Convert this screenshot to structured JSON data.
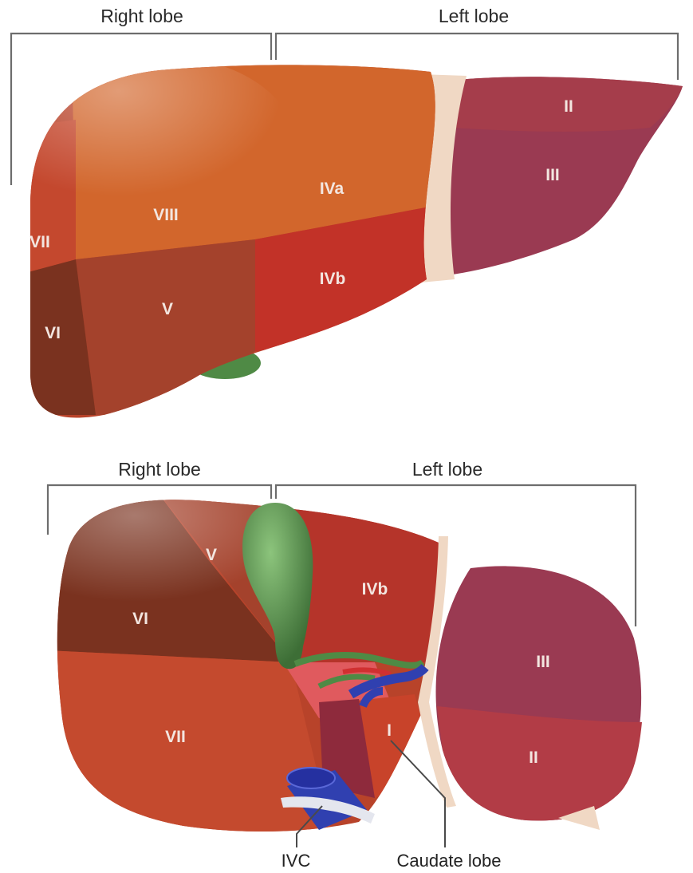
{
  "top_view": {
    "headers": {
      "right_lobe": "Right lobe",
      "left_lobe": "Left lobe"
    },
    "segments": {
      "II": "II",
      "III": "III",
      "IVa": "IVa",
      "IVb": "IVb",
      "V": "V",
      "VI": "VI",
      "VII": "VII",
      "VIII": "VIII"
    }
  },
  "bottom_view": {
    "headers": {
      "right_lobe": "Right lobe",
      "left_lobe": "Left lobe"
    },
    "segments": {
      "I": "I",
      "II": "II",
      "III": "III",
      "IVb": "IVb",
      "V": "V",
      "VI": "VI",
      "VII": "VII"
    },
    "callouts": {
      "ivc": "IVC",
      "caudate_lobe": "Caudate lobe"
    }
  },
  "colors": {
    "right_lobe": "#b8432a",
    "segment_viii_ivA": "#d2662c",
    "segment_ivb": "#c23228",
    "segment_v": "#a4422c",
    "segment_vi": "#7a321f",
    "left_lobe": "#9a3a52",
    "ligament": "#f0d8c4",
    "gallbladder": "#4f8a45",
    "vessel_blue": "#3040b0",
    "vessel_red": "#d03030"
  }
}
